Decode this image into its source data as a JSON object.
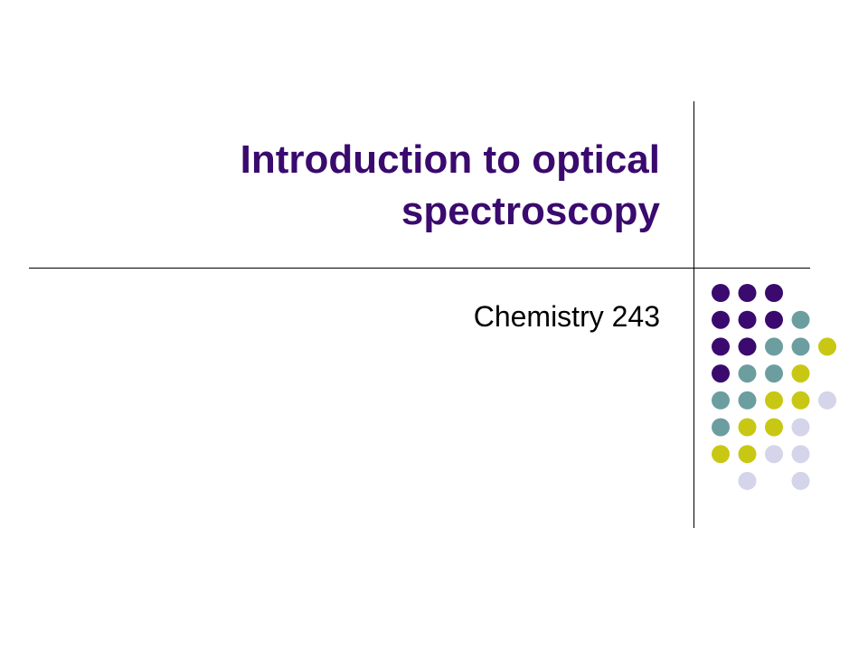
{
  "slide": {
    "title": "Introduction to optical spectroscopy",
    "subtitle": "Chemistry 243"
  },
  "colors": {
    "title": "#3a0a6e",
    "purple": "#3a0a6e",
    "teal": "#6c9ea0",
    "lime": "#c8c814",
    "lavender": "#d4d4ea"
  },
  "dot_grid": [
    [
      "purple",
      "purple",
      "purple",
      "",
      ""
    ],
    [
      "purple",
      "purple",
      "purple",
      "teal",
      ""
    ],
    [
      "purple",
      "purple",
      "teal",
      "teal",
      "lime"
    ],
    [
      "purple",
      "teal",
      "teal",
      "lime",
      ""
    ],
    [
      "teal",
      "teal",
      "lime",
      "lime",
      "lavender"
    ],
    [
      "teal",
      "lime",
      "lime",
      "lavender",
      ""
    ],
    [
      "lime",
      "lime",
      "lavender",
      "lavender",
      ""
    ],
    [
      "",
      "lavender",
      "",
      "lavender",
      ""
    ]
  ]
}
